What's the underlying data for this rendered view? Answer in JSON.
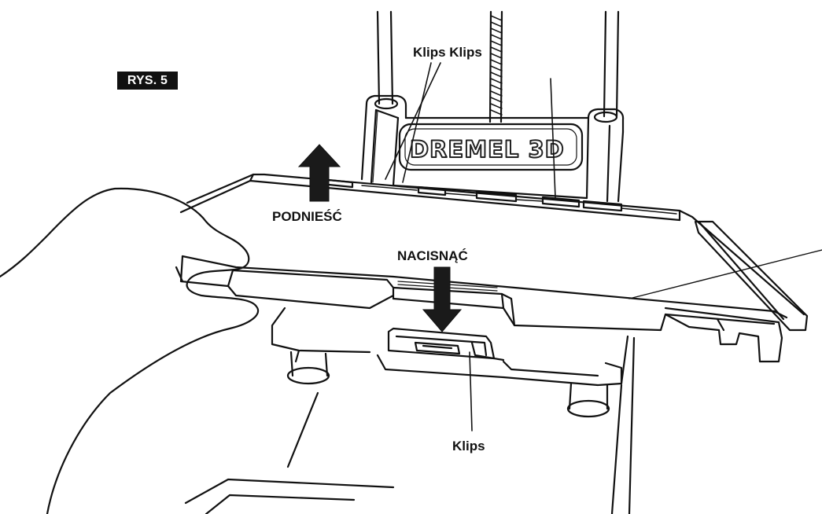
{
  "figure": {
    "badge_label": "RYS. 5",
    "label_clips_top": "Klips Klips",
    "label_lift": "PODNIEŚĆ",
    "label_press": "NACISNĄĆ",
    "label_clip_bottom": "Klips",
    "logo_text": "DREMEL 3D"
  },
  "colors": {
    "ink": "#111111",
    "badge_bg": "#111111",
    "paper": "#ffffff"
  }
}
